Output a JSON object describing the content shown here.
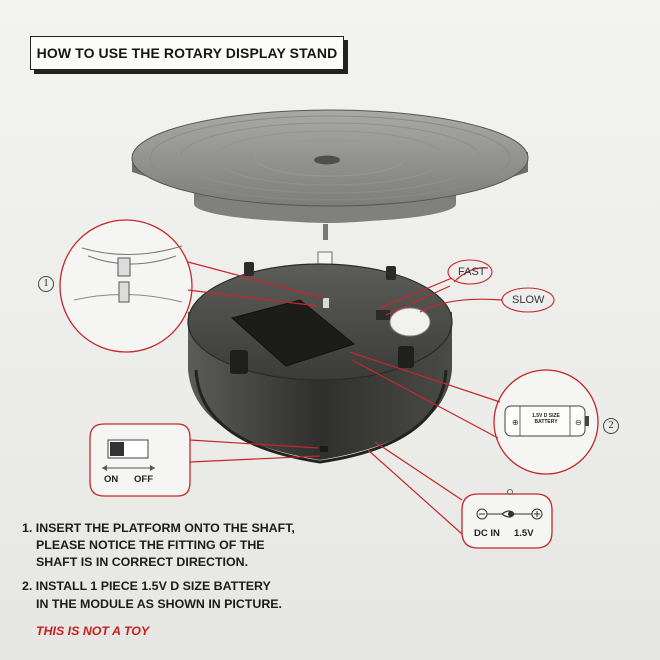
{
  "title": "HOW TO USE THE ROTARY DISPLAY STAND",
  "labels": {
    "fast": "FAST",
    "slow": "SLOW",
    "callout_1": "1",
    "callout_2": "2",
    "battery_line1": "1.5V D SIZE",
    "battery_line2": "BATTERY",
    "switch_on": "ON",
    "switch_off": "OFF",
    "dc_in": "DC IN",
    "dc_voltage": "1.5V"
  },
  "instructions": {
    "step1_line1": "1. INSERT THE PLATFORM ONTO THE SHAFT,",
    "step1_line2": "PLEASE NOTICE THE FITTING OF THE",
    "step1_line3": "SHAFT IS IN CORRECT DIRECTION.",
    "step2_line1": "2. INSTALL 1 PIECE 1.5V D SIZE BATTERY",
    "step2_line2": "IN THE MODULE AS SHOWN IN PICTURE."
  },
  "warning": "THIS IS NOT A TOY",
  "colors": {
    "callout_line": "#c3282b",
    "warning_text": "#c8201e",
    "base_dark": "#3a3a38",
    "platform": "#8c8c88"
  },
  "icons": [
    "down-arrow-icon",
    "battery-icon",
    "slide-switch-icon",
    "dc-polarity-icon",
    "plus-icon",
    "minus-icon"
  ]
}
